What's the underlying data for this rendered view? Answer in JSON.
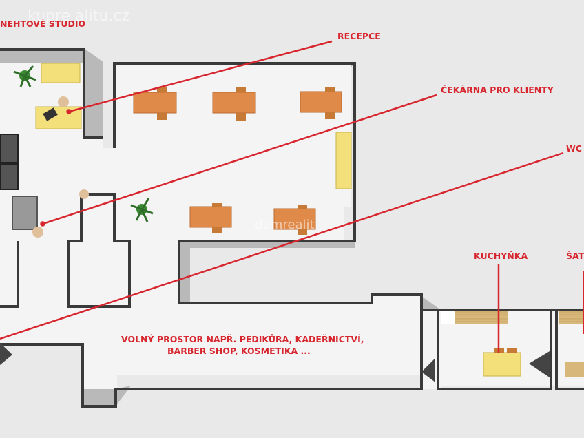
{
  "watermark_top": "kupre alitu.cz",
  "watermark_center": "dumrealit",
  "labels": {
    "studio": "NEHTOVÉ STUDIO",
    "recepce": "RECEPCE",
    "cekarna": "ČEKÁRNA PRO KLIENTY",
    "wc": "WC",
    "kuchynka": "KUCHYŇKA",
    "satna": "ŠAT",
    "volny_1": "VOLNÝ PROSTOR NAPŘ. PEDIKŮRA, KADEŘNICTVÍ,",
    "volny_2": "BARBER SHOP, KOSMETIKA ..."
  },
  "colors": {
    "label": "#d8262f",
    "floor": "#f4f4f4",
    "wall": "#3a3a3a",
    "wall_shadow": "#b8b8b8",
    "table": "#e08a4a",
    "desk_yellow": "#f4e07a",
    "background": "#e9e9e9"
  }
}
